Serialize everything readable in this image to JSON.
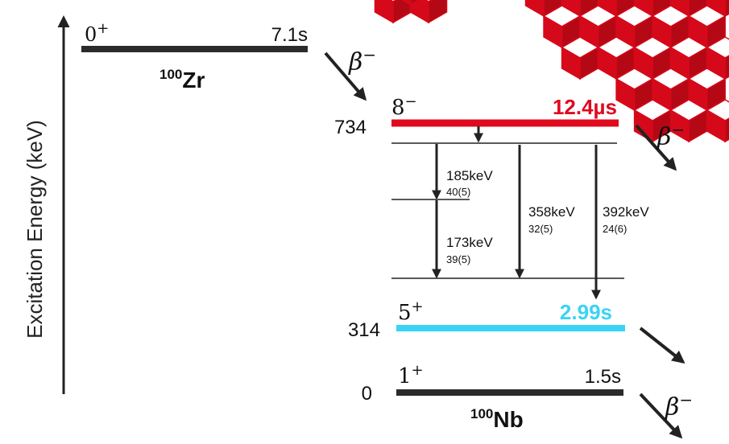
{
  "axis": {
    "ylabel": "Excitation Energy (keV)"
  },
  "parent": {
    "nucleus": {
      "mass": "100",
      "symbol": "Zr"
    },
    "level": {
      "spin": "0",
      "parity": "+",
      "halflife": "7.1s"
    }
  },
  "daughter": {
    "nucleus": {
      "mass": "100",
      "symbol": "Nb"
    },
    "levels": [
      {
        "energy": "734",
        "spin": "8",
        "parity": "−",
        "halflife": "12.4µs"
      },
      {
        "energy": "314",
        "spin": "5",
        "parity": "+",
        "halflife": "2.99s"
      },
      {
        "energy": "0",
        "spin": "1",
        "parity": "+",
        "halflife": "1.5s"
      }
    ]
  },
  "decays": {
    "beta_label": "β",
    "beta_sign": "−"
  },
  "transitions": [
    {
      "energy": "185keV",
      "intensity": "40(5)"
    },
    {
      "energy": "173keV",
      "intensity": "39(5)"
    },
    {
      "energy": "358keV",
      "intensity": "32(5)"
    },
    {
      "energy": "392keV",
      "intensity": "24(6)"
    }
  ],
  "colors": {
    "isomer_long": "#e0091e",
    "isomer_short": "#39d4f5",
    "level": "#2b2b2b",
    "text": "#111111",
    "decor_red": "#d6091a",
    "decor_white": "#ffffff"
  }
}
